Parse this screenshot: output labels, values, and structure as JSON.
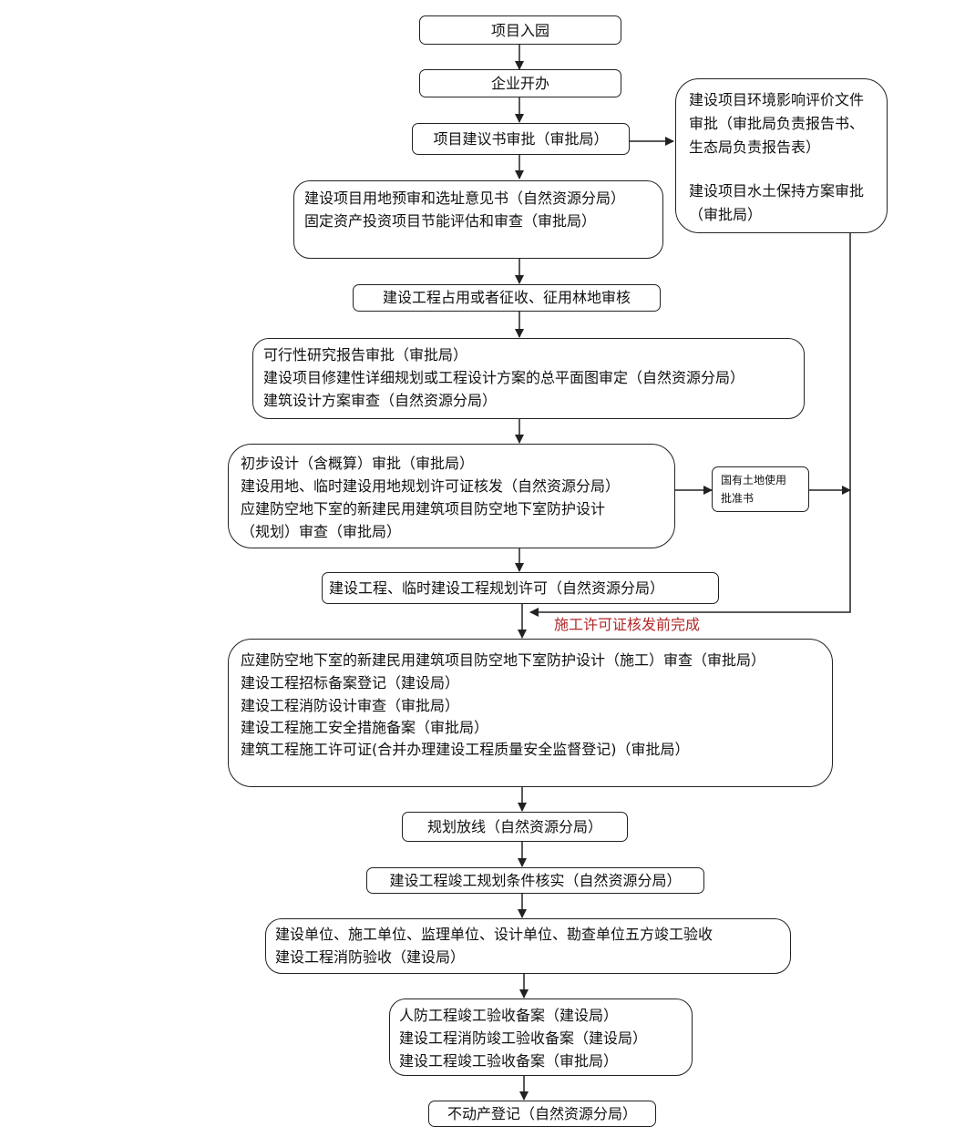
{
  "flowchart": {
    "colors": {
      "line": "#222222",
      "note": "#b0282a",
      "background": "#ffffff"
    },
    "steps": {
      "s1": [
        "项目入园"
      ],
      "s2": [
        "企业开办"
      ],
      "s3": [
        "项目建议书审批（审批局）"
      ],
      "s4": [
        "建设项目用地预审和选址意见书（自然资源分局）",
        "固定资产投资项目节能评估和审查（审批局）"
      ],
      "s5": [
        "建设工程占用或者征收、征用林地审核"
      ],
      "s6": [
        "可行性研究报告审批（审批局）",
        "建设项目修建性详细规划或工程设计方案的总平面图审定（自然资源分局）",
        "建筑设计方案审查（自然资源分局）"
      ],
      "s7": [
        "初步设计（含概算）审批（审批局）",
        "建设用地、临时建设用地规划许可证核发（自然资源分局）",
        "应建防空地下室的新建民用建筑项目防空地下室防护设计",
        "（规划）审查（审批局）"
      ],
      "s8": [
        "建设工程、临时建设工程规划许可（自然资源分局）"
      ],
      "s9": [
        "应建防空地下室的新建民用建筑项目防空地下室防护设计（施工）审查（审批局）",
        "建设工程招标备案登记（建设局）",
        "建设工程消防设计审查（审批局）",
        "建设工程施工安全措施备案（审批局）",
        "建筑工程施工许可证(合并办理建设工程质量安全监督登记)（审批局）"
      ],
      "s10": [
        "规划放线（自然资源分局）"
      ],
      "s11": [
        "建设工程竣工规划条件核实（自然资源分局）"
      ],
      "s12": [
        "建设单位、施工单位、监理单位、设计单位、勘查单位五方竣工验收",
        "建设工程消防验收（建设局）"
      ],
      "s13": [
        "人防工程竣工验收备案（建设局）",
        "建设工程消防竣工验收备案（建设局）",
        "建设工程竣工验收备案（审批局）"
      ],
      "s14": [
        "不动产登记（自然资源分局）"
      ]
    },
    "side": {
      "env": [
        "建设项目环境影响评价文件审批（审批局负责报告书、生态局负责报告表）",
        "建设项目水土保持方案审批（审批局）"
      ],
      "land": [
        "国有土地使用",
        "批准书"
      ]
    },
    "note": "施工许可证核发前完成"
  }
}
